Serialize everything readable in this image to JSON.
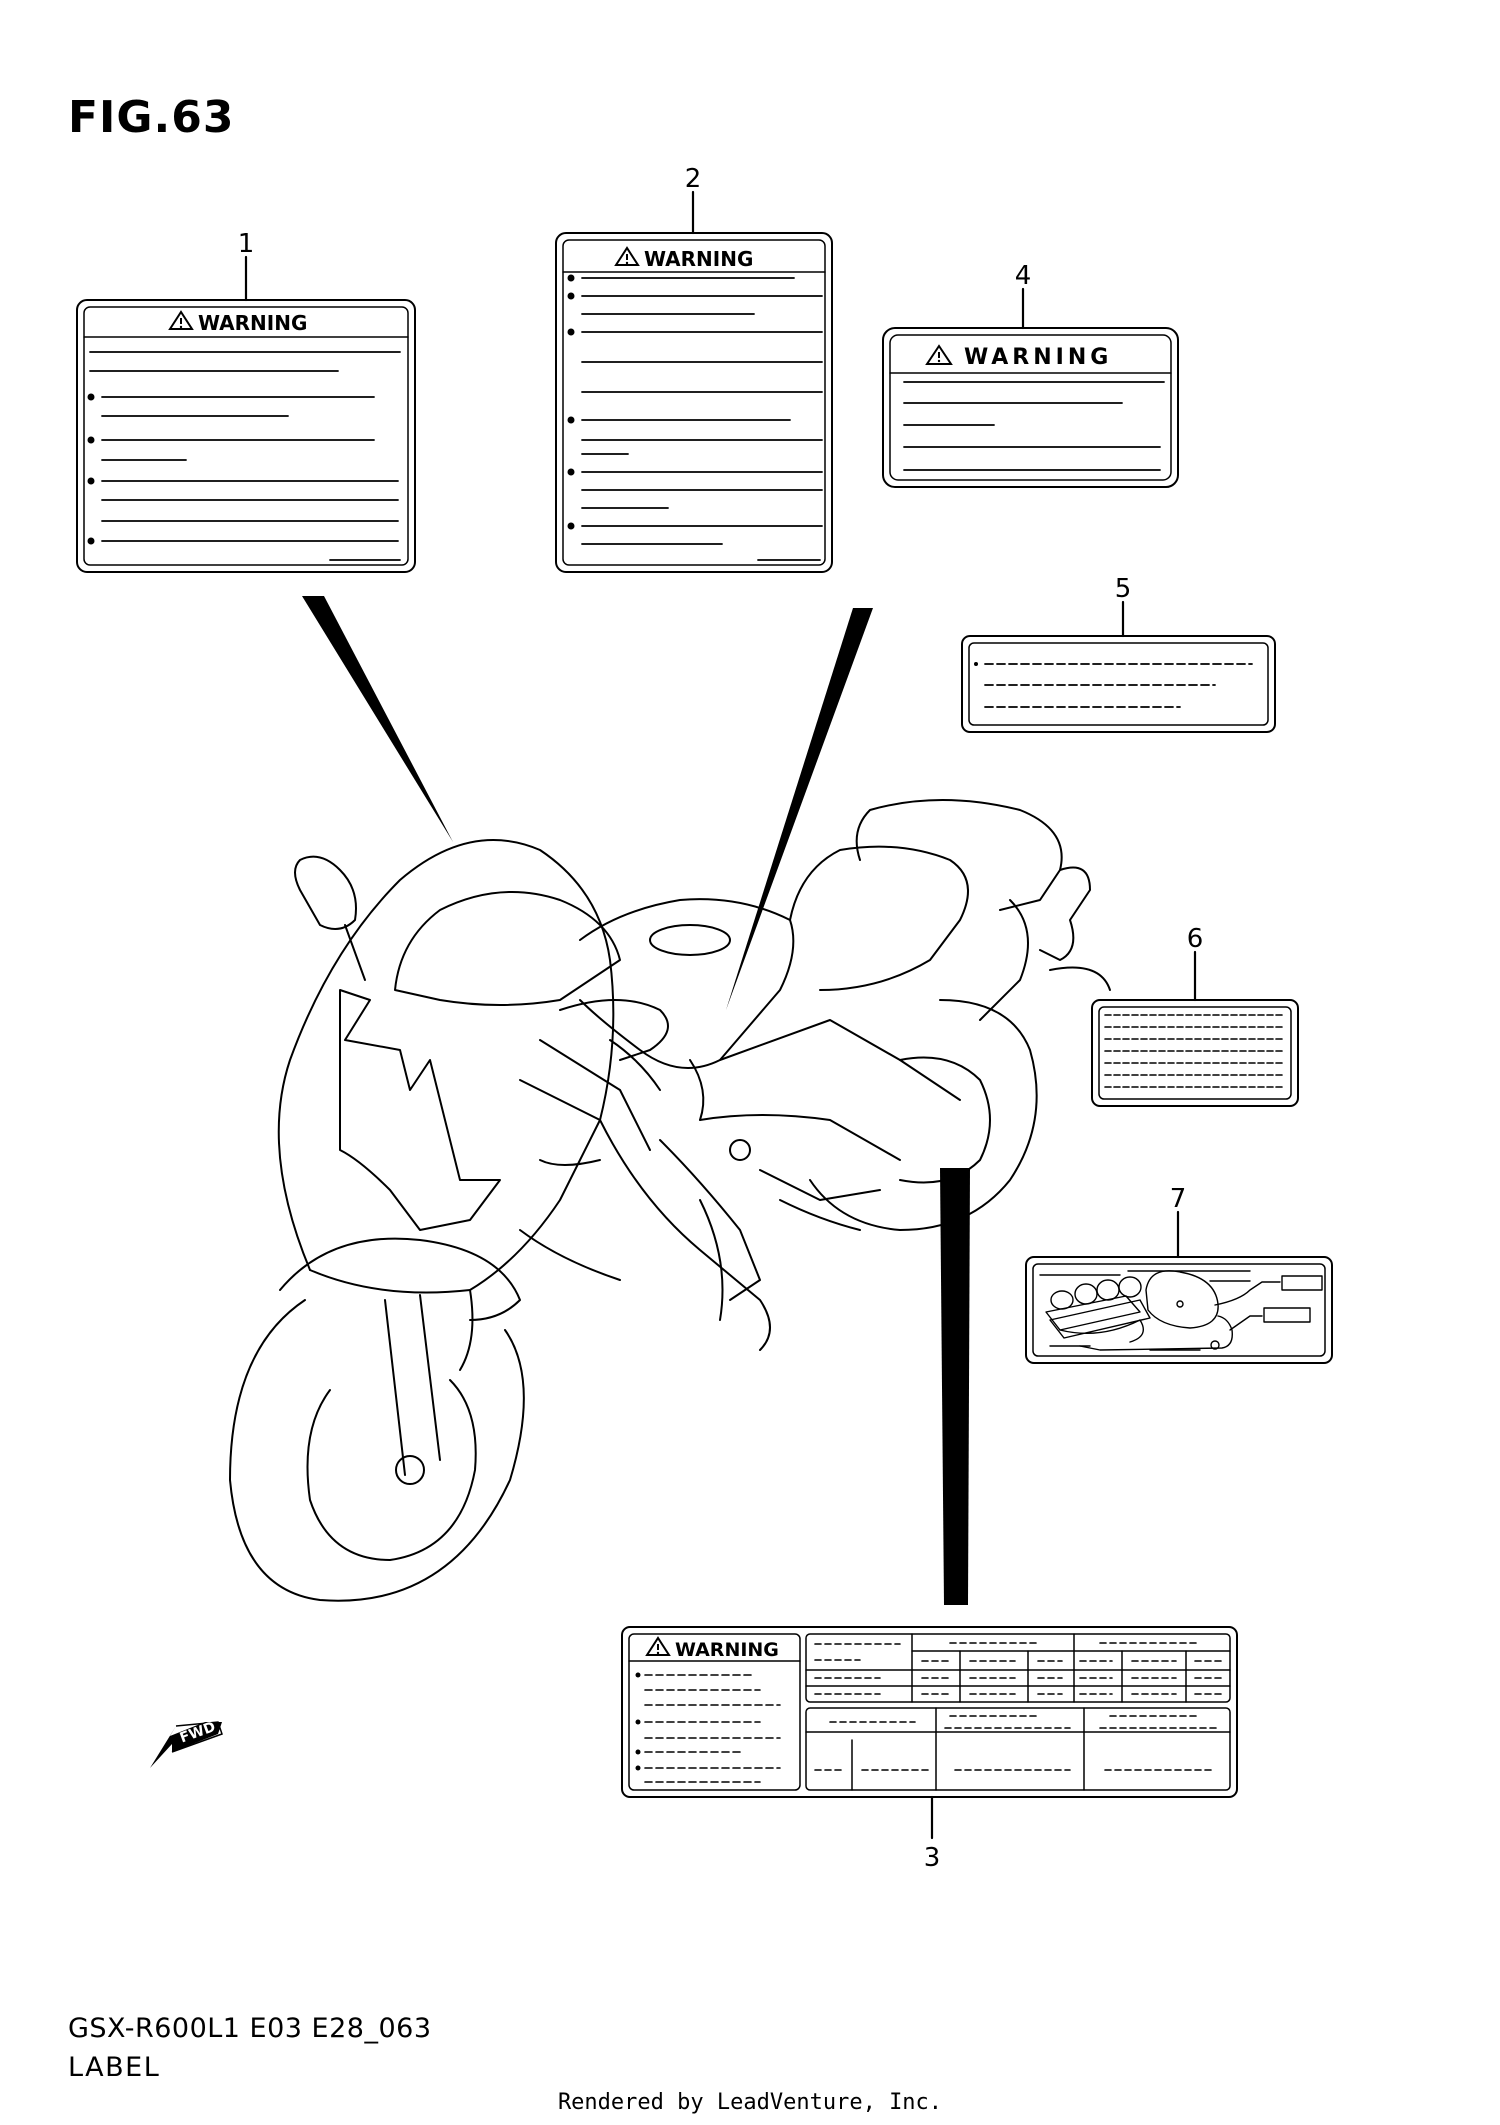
{
  "figure": {
    "title": "FIG.63",
    "model_code": "GSX-R600L1 E03 E28_063",
    "section_name": "LABEL",
    "footer": "Rendered by LeadVenture, Inc."
  },
  "callouts": [
    {
      "number": "1"
    },
    {
      "number": "2"
    },
    {
      "number": "3"
    },
    {
      "number": "4"
    },
    {
      "number": "5"
    },
    {
      "number": "6"
    },
    {
      "number": "7"
    }
  ],
  "labels": {
    "warning_text": "WARNING",
    "warning_symbol": "⚠",
    "fwd_text": "FWD"
  },
  "icons": [
    "warning-triangle-icon",
    "fwd-arrow-icon",
    "motorcycle-outline"
  ]
}
